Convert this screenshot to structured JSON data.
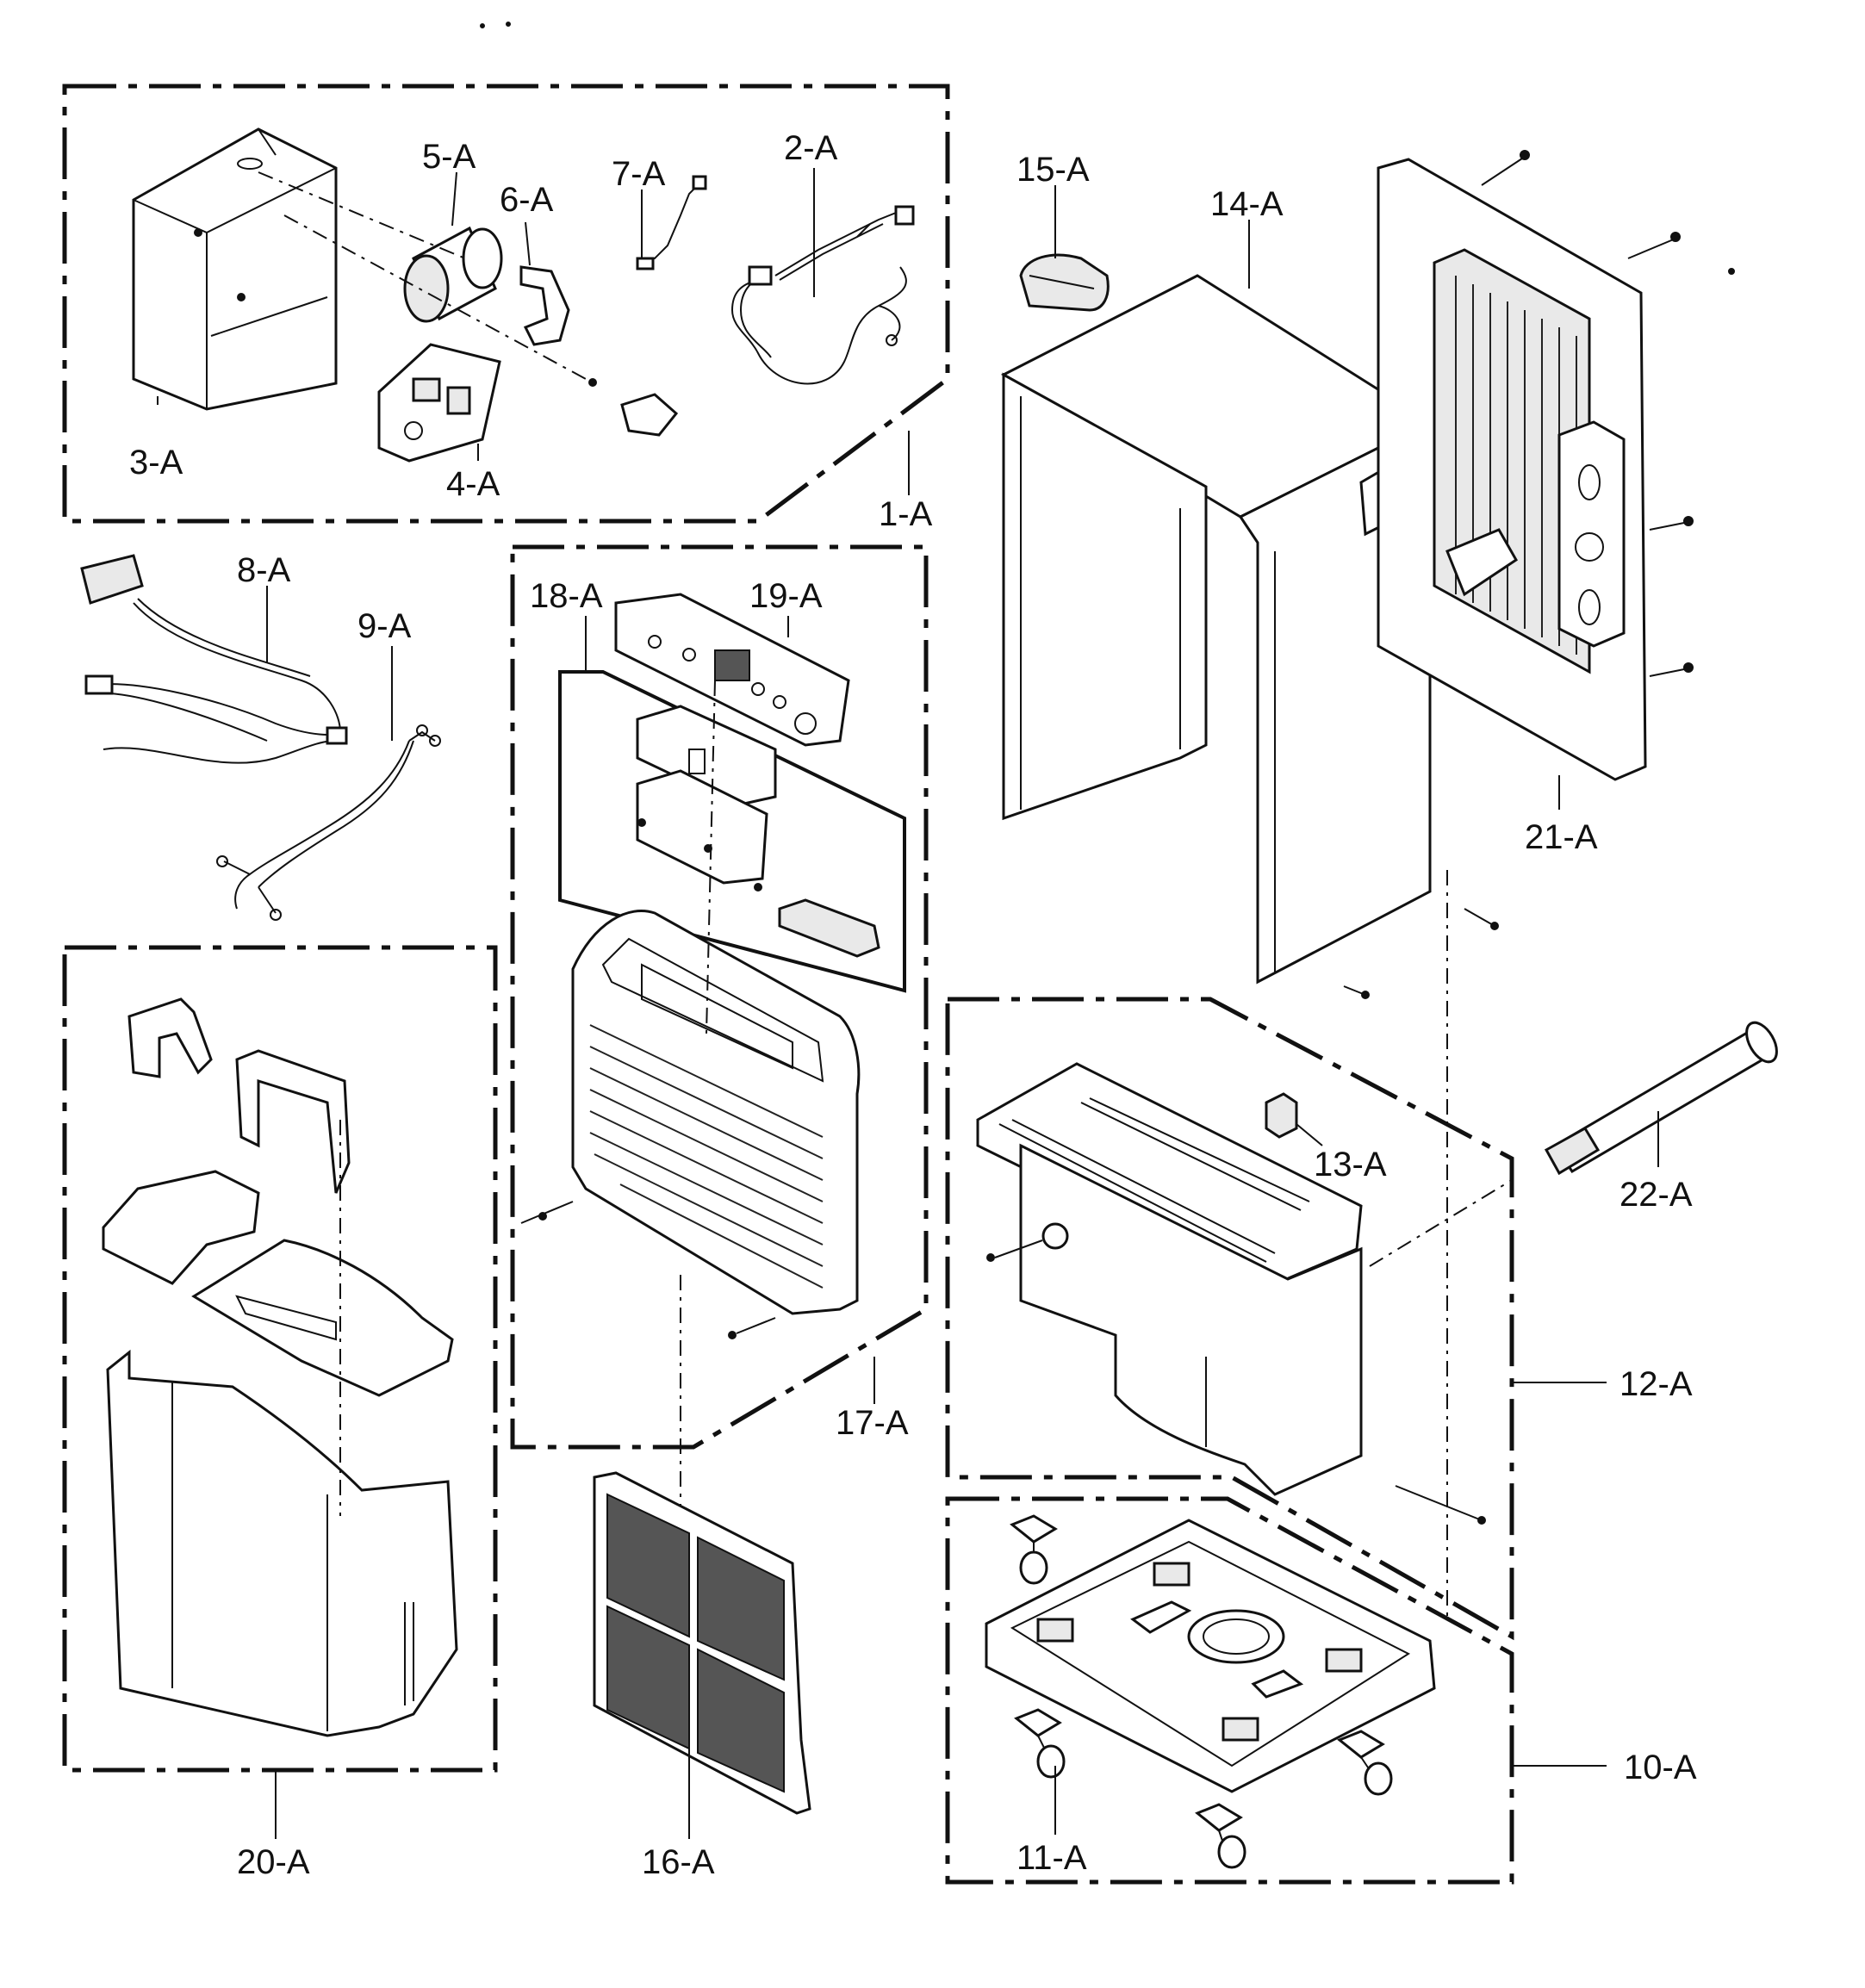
{
  "labels": {
    "l1": "1-A",
    "l2": "2-A",
    "l3": "3-A",
    "l4": "4-A",
    "l5": "5-A",
    "l6": "6-A",
    "l7": "7-A",
    "l8": "8-A",
    "l9": "9-A",
    "l10": "10-A",
    "l11": "11-A",
    "l12": "12-A",
    "l13": "13-A",
    "l14": "14-A",
    "l15": "15-A",
    "l16": "16-A",
    "l17": "17-A",
    "l18": "18-A",
    "l19": "19-A",
    "l20": "20-A",
    "l21": "21-A",
    "l22": "22-A"
  }
}
